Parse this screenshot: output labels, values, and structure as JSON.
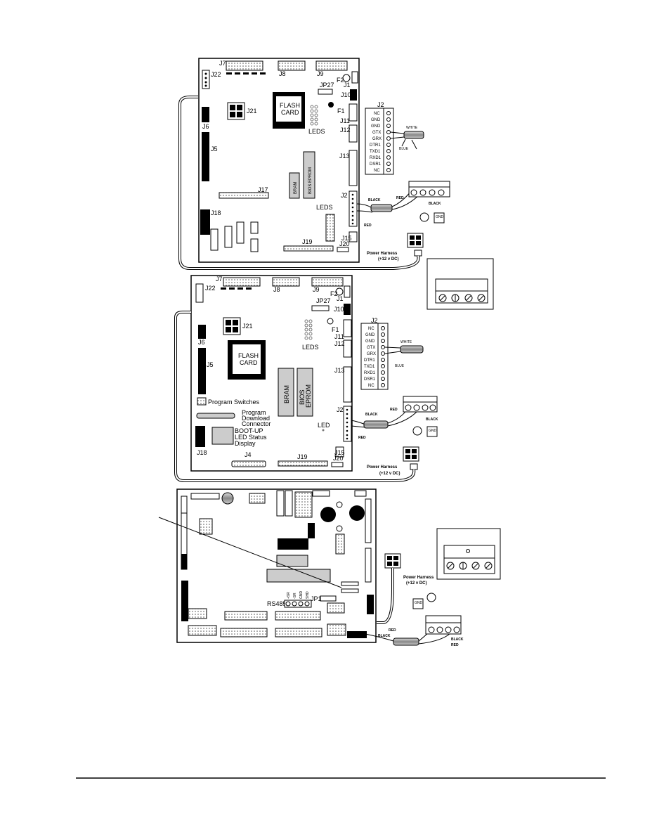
{
  "board1": {
    "connectors": {
      "j7": "J7",
      "j8": "J8",
      "j9": "J9",
      "j22": "J22",
      "j1": "J1",
      "f2": "F2",
      "j10": "J10",
      "jp27": "JP27",
      "j21": "J21",
      "f1": "F1",
      "j11": "J11",
      "j6": "J6",
      "j12": "J12",
      "j5": "J5",
      "j13": "J13",
      "j17": "J17",
      "j2": "J2",
      "j18": "J18",
      "j15": "J15",
      "j19": "J19",
      "j20": "J20"
    },
    "flash_card": [
      "FLASH",
      "CARD"
    ],
    "leds": "LEDS",
    "leds2": "LEDS",
    "bram": "BRAM",
    "bios_eprom": "BIOS EPROM"
  },
  "board2": {
    "connectors": {
      "j7": "J7",
      "j8": "J8",
      "j9": "J9",
      "j22": "J22",
      "j1": "J1",
      "f2": "F2",
      "jp27": "JP27",
      "j10": "J10",
      "j21": "J21",
      "f1": "F1",
      "j11": "J11",
      "j6": "J6",
      "j12": "J12",
      "j5": "J5",
      "j13": "J13",
      "j2": "J2",
      "j18": "J18",
      "j15": "J15",
      "j4": "J4",
      "j19": "J19",
      "j20": "J20"
    },
    "flash_card": [
      "FLASH",
      "CARD"
    ],
    "leds": "LEDS",
    "led": "LED",
    "bram": "BRAM",
    "bios_eprom": [
      "BIOS",
      "EPROM"
    ],
    "program_switches": "Program Switches",
    "program_download": [
      "Program",
      "Download",
      "Connector"
    ],
    "bootup": [
      "BOOT-UP",
      "LED Status",
      "Display"
    ]
  },
  "board3": {
    "rs485": "RS485",
    "jp1": "JP1",
    "pins": [
      "+SR",
      "-SR",
      "GND",
      "SHD"
    ]
  },
  "j2_pins": [
    "NC",
    "GND",
    "GND",
    "GTX",
    "GRX",
    "DTR1",
    "TXD1",
    "RXD1",
    "DSR1",
    "NC"
  ],
  "j2_label": "J2",
  "wires": {
    "white": "WHITE",
    "blue": "BLUE",
    "black": "BLACK",
    "red": "RED",
    "gnd": "GND"
  },
  "power_harness": {
    "title": "Power Harness",
    "volts": "(+12 v DC)"
  }
}
